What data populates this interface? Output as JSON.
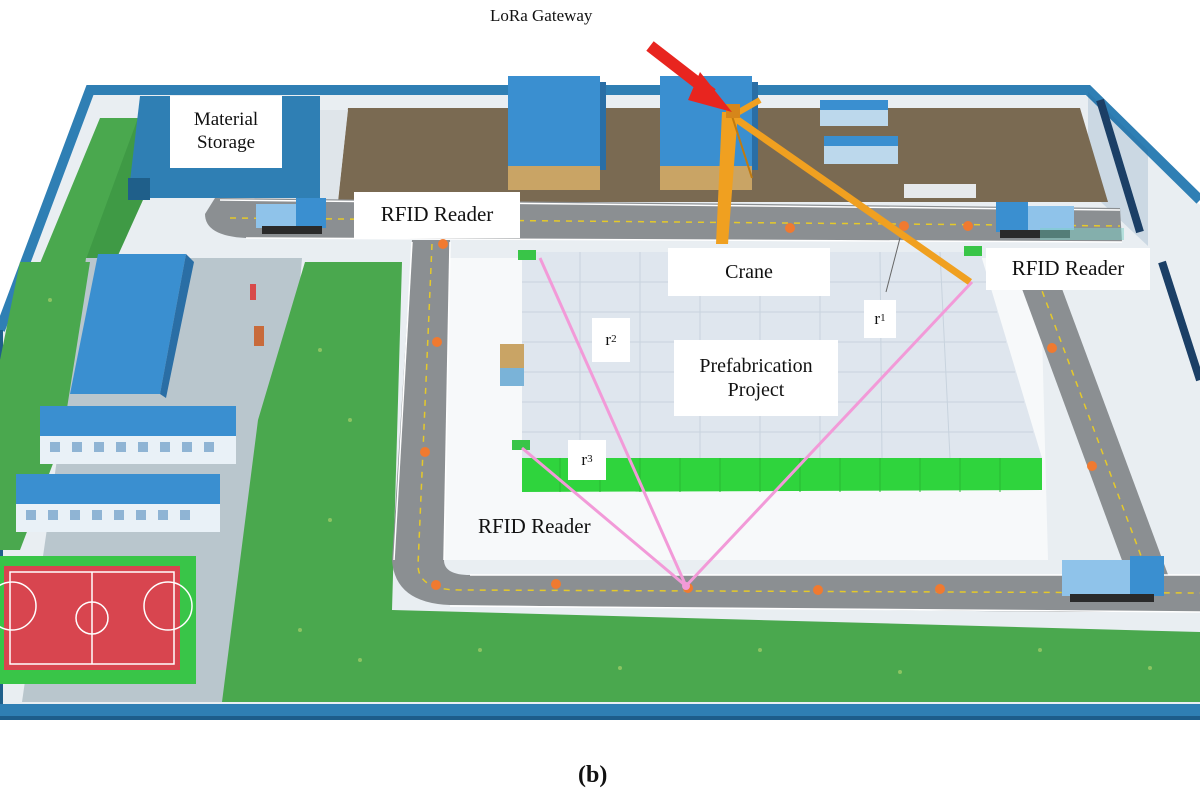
{
  "diagram": {
    "gateway_label": "LoRa Gateway",
    "material_storage_label": "Material\nStorage",
    "rfid_reader_label_top": "RFID Reader",
    "rfid_reader_label_right": "RFID Reader",
    "rfid_reader_label_bottom": "RFID Reader",
    "crane_label": "Crane",
    "project_label": "Prefabrication\nProject",
    "distance_labels": {
      "r1": "r",
      "r1_sub": "1",
      "r2": "r",
      "r2_sub": "2",
      "r3": "r",
      "r3_sub": "3"
    },
    "caption": "(b)"
  },
  "colors": {
    "boundary_wall": "#2f7fb4",
    "grass": "#4aa84e",
    "road": "#8b8f92",
    "road_marking": "#e5c92a",
    "storage_yard": "#7a6a52",
    "project_top": "#dfe6ee",
    "project_side": "#2fd43d",
    "crane": "#f0a020",
    "signal_lines": "#f29ad8",
    "gateway_arrow": "#e8251f",
    "sensor_dots": "#f07a30",
    "building_blue": "#3a8fd0",
    "court": "#d8454f"
  }
}
